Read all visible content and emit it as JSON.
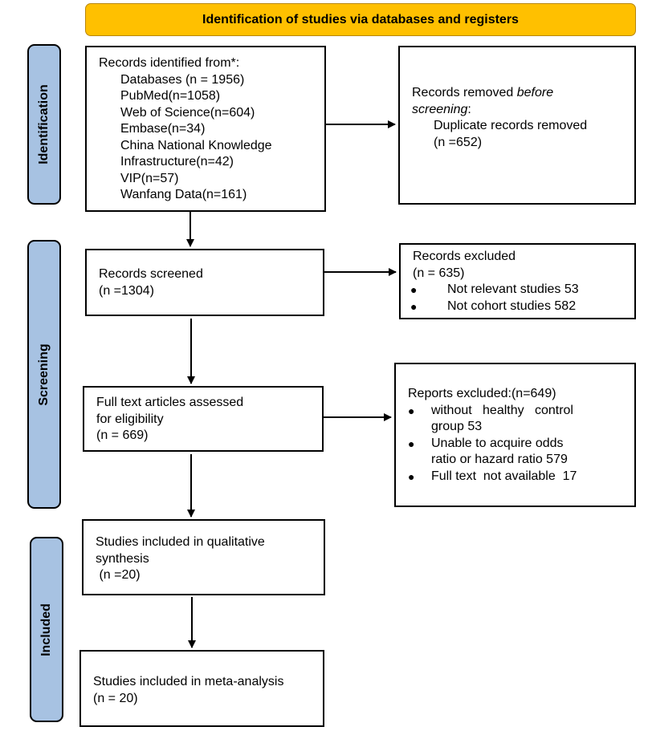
{
  "header": {
    "title": "Identification of studies via databases and registers"
  },
  "stages": {
    "identification": "Identification",
    "screening": "Screening",
    "included": "Included"
  },
  "identified": {
    "title": "Records identified from*:",
    "lines": [
      "Databases (n = 1956)",
      "PubMed(n=1058)",
      "Web of Science(n=604)",
      "Embase(n=34)",
      "China National Knowledge",
      "Infrastructure(n=42)",
      "VIP(n=57)",
      "Wanfang Data(n=161)"
    ]
  },
  "removed": {
    "prefix": "Records removed ",
    "italic1": "before",
    "italic2": "screening",
    "suffix": ":",
    "line1": "Duplicate records removed",
    "line2": "(n =652)"
  },
  "screened": {
    "line1": "Records screened",
    "line2": "(n =1304)"
  },
  "excluded": {
    "line1": "Records excluded",
    "line2": "(n = 635)",
    "bullets": [
      "Not relevant studies 53",
      "Not cohort studies 582"
    ]
  },
  "fulltext": {
    "line1": "Full text articles assessed",
    "line2": "for eligibility",
    "line3": "(n = 669)"
  },
  "reports_excluded": {
    "title": "Reports excluded:(n=649)",
    "b1_l1": "without   healthy   control",
    "b1_l2": "group 53",
    "b2_l1": "Unable to acquire odds",
    "b2_l2": "ratio or hazard ratio 579",
    "b3_l1": "Full text  not available  17"
  },
  "qualitative": {
    "line1": "Studies included in qualitative",
    "line2": "synthesis",
    "line3": " (n =20)"
  },
  "meta": {
    "line1": "Studies included in meta-analysis",
    "line2": "(n = 20)"
  }
}
